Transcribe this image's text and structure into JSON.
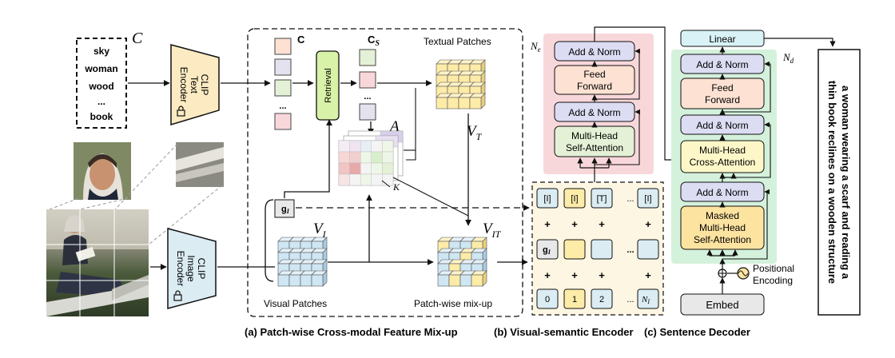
{
  "input_words": [
    "sky",
    "woman",
    "wood",
    "...",
    "book"
  ],
  "concept_set_symbol": "C",
  "text_encoder_label": [
    "CLIP",
    "Text",
    "Encoder"
  ],
  "image_encoder_label": [
    "CLIP",
    "Image",
    "Encoder"
  ],
  "mixup": {
    "c_label": "C",
    "cs_label": "C",
    "cs_sub": "S",
    "retrieval_label": "Retrieval",
    "textual_patches_label": "Textual Patches",
    "vt_label": "V",
    "vt_sub": "T",
    "a_label": "A",
    "k_label": "K",
    "gi_label": "g",
    "gi_sub": "I",
    "vi_label": "V",
    "vi_sub": "I",
    "vit_label": "V",
    "vit_sub": "IT",
    "visual_patches_label": "Visual Patches",
    "patchwise_mixup_label": "Patch-wise mix-up",
    "dots": "..."
  },
  "embeddings": {
    "row1": [
      "[I]",
      "[I]",
      "[T]",
      "...",
      "[I]"
    ],
    "row3": [
      "0",
      "1",
      "2",
      "...",
      "N"
    ],
    "row3_last_sub": "I",
    "gi_label": "g",
    "gi_sub": "I",
    "plus": "+",
    "dots": "..."
  },
  "encoder": {
    "ne_label": "N",
    "ne_sub": "e",
    "add_norm": "Add & Norm",
    "feed_forward": [
      "Feed",
      "Forward"
    ],
    "self_attention": [
      "Multi-Head",
      "Self-Attention"
    ]
  },
  "decoder": {
    "linear": "Linear",
    "nd_label": "N",
    "nd_sub": "d",
    "add_norm": "Add & Norm",
    "feed_forward": [
      "Feed",
      "Forward"
    ],
    "cross_attention": [
      "Multi-Head",
      "Cross-Attention"
    ],
    "masked_attention": [
      "Masked",
      "Multi-Head",
      "Self-Attention"
    ],
    "positional_encoding": [
      "Positional",
      "Encoding"
    ],
    "embed": "Embed"
  },
  "output_caption": [
    "a woman wearing a scarf and reading a",
    "thin book reclines on a wooden structure"
  ],
  "captions": {
    "a": "(a) Patch-wise Cross-modal Feature Mix-up",
    "b": "(b) Visual-semantic Encoder",
    "c": "(c) Sentence Decoder"
  },
  "colors": {
    "text_encoder": "#fcebc2",
    "image_encoder": "#dbecf3",
    "retrieval": "#d8f2a8",
    "encoder_bg": "#f8d7db",
    "decoder_bg": "#d4f1dc",
    "embed_panel": "#fcf6e3",
    "add_norm": "#dcdcf3",
    "feed_forward": "#fde1d2",
    "self_attention": "#e4f1d6",
    "cross_attention": "#fdf7c8",
    "masked_attention": "#fde3a0",
    "linear": "#d8f2f6",
    "embed": "#e8e8e8",
    "yellow_patch": "#fdeba8",
    "blue_patch": "#cfe6f3"
  }
}
